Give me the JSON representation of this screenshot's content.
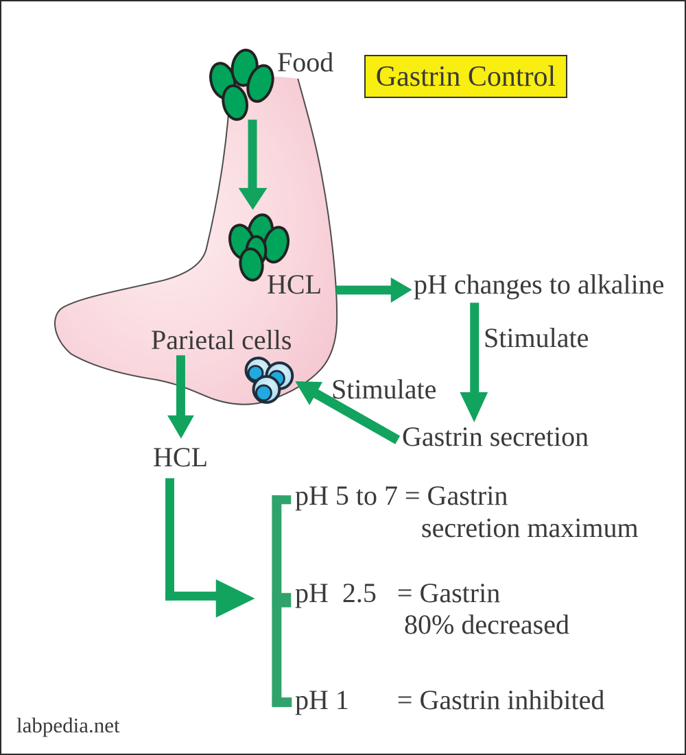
{
  "colors": {
    "green": "#12a35f",
    "bracket-green": "#2fa36b",
    "cell-green": "#00a55b",
    "yellow": "#f8ee10",
    "blue-light": "#addcf2",
    "blue-dark": "#22a9e0",
    "blue-outline": "#1d2f3c",
    "pink-edge": "#f4c2cd",
    "pink-light": "#fdecee",
    "text": "#3a3a3a"
  },
  "title": {
    "label": "Gastrin Control"
  },
  "stomach": {
    "food_label": "Food",
    "hcl_upper_label": "HCL",
    "parietal_label": "Parietal cells",
    "hcl_lower_label": "HCL"
  },
  "flow": {
    "ph_alkaline": "pH changes to alkaline",
    "stimulate_down": "Stimulate",
    "stimulate_diag": "Stimulate",
    "gastrin_secretion": "Gastrin secretion"
  },
  "ph_scale": {
    "rows": [
      {
        "line1": "pH 5 to 7 = Gastrin",
        "line2": "secretion maximum"
      },
      {
        "line1": "pH  2.5   = Gastrin",
        "line2": "80% decreased"
      },
      {
        "line1": "pH 1       = Gastrin inhibited",
        "line2": ""
      }
    ]
  },
  "watermark": "labpedia.net"
}
